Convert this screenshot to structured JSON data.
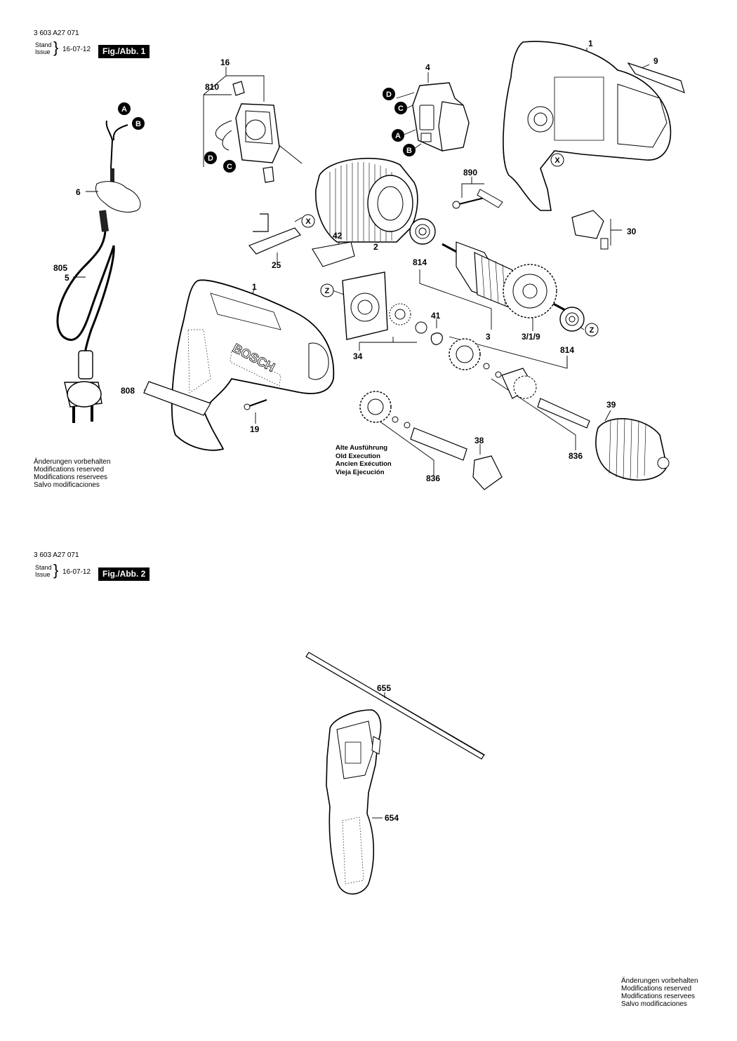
{
  "fig1": {
    "doc_number": "3 603 A27 071",
    "issue_label_1": "Stand",
    "issue_label_2": "Issue",
    "issue_date": "16-07-12",
    "fig_label": "Fig./Abb. 1",
    "notes": [
      "Änderungen vorbehalten",
      "Modifications reserved",
      "Modifications reservees",
      "Salvo modificaciones"
    ],
    "old_execution": [
      "Alte Ausführung",
      "Old Execution",
      "Ancien Exécution",
      "Vieja Ejecución"
    ],
    "part_labels": {
      "p1a": "1",
      "p9": "9",
      "p4": "4",
      "p16": "16",
      "p810": "810",
      "p6": "6",
      "p890": "890",
      "p42": "42",
      "p2": "2",
      "p25": "25",
      "p30": "30",
      "p805": "805",
      "p5": "5",
      "p814a": "814",
      "p1b": "1",
      "p41": "41",
      "p34": "34",
      "p3": "3",
      "p319": "3/1/9",
      "p814b": "814",
      "p808": "808",
      "p19": "19",
      "p39": "39",
      "p38": "38",
      "p836a": "836",
      "p836b": "836"
    },
    "connector_letters": {
      "A1": "A",
      "B1": "B",
      "D1": "D",
      "C1": "C",
      "D2": "D",
      "C2": "C",
      "A2": "A",
      "B2": "B",
      "X1": "X",
      "X2": "X",
      "Z1": "Z",
      "Z2": "Z"
    },
    "brand_text": "BOSCH"
  },
  "fig2": {
    "doc_number": "3 603 A27 071",
    "issue_label_1": "Stand",
    "issue_label_2": "Issue",
    "issue_date": "16-07-12",
    "fig_label": "Fig./Abb. 2",
    "notes": [
      "Änderungen vorbehalten",
      "Modifications reserved",
      "Modifications reservees",
      "Salvo modificaciones"
    ],
    "part_labels": {
      "p655": "655",
      "p654": "654"
    }
  }
}
